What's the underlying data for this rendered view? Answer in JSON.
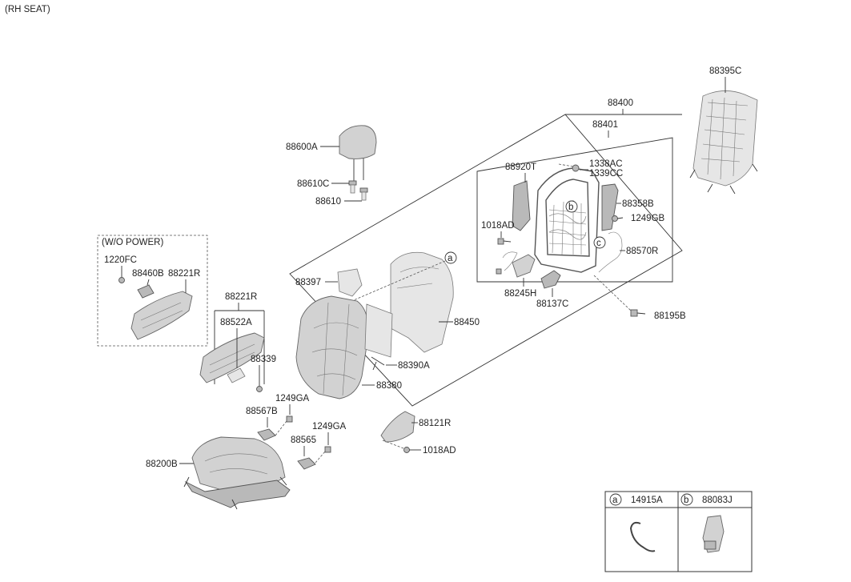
{
  "header": {
    "title": "(RH SEAT)"
  },
  "group_wo_power": "(W/O POWER)",
  "labels": {
    "p88395C": "88395C",
    "p88400": "88400",
    "p88401": "88401",
    "p88600A": "88600A",
    "p88610C": "88610C",
    "p88610": "88610",
    "p88920T": "88920T",
    "p1338AC": "1338AC",
    "p1339CC": "1339CC",
    "p88358B": "88358B",
    "p1249GB": "1249GB",
    "p1018AD_top": "1018AD",
    "p88570R": "88570R",
    "p88245H": "88245H",
    "p88137C": "88137C",
    "p88195B": "88195B",
    "p1220FC": "1220FC",
    "p88460B": "88460B",
    "p88221R_wo": "88221R",
    "p88221R": "88221R",
    "p88522A": "88522A",
    "p88339": "88339",
    "p88397": "88397",
    "p88450": "88450",
    "p88390A": "88390A",
    "p88380": "88380",
    "p1249GA_1": "1249GA",
    "p88567B": "88567B",
    "p1249GA_2": "1249GA",
    "p88565": "88565",
    "p88121R": "88121R",
    "p1018AD_bot": "1018AD",
    "p88200B": "88200B"
  },
  "callouts": {
    "a": "a",
    "b": "b",
    "c": "c"
  },
  "legend": {
    "a_key": "a",
    "a_part": "14915A",
    "b_key": "b",
    "b_part": "88083J"
  }
}
